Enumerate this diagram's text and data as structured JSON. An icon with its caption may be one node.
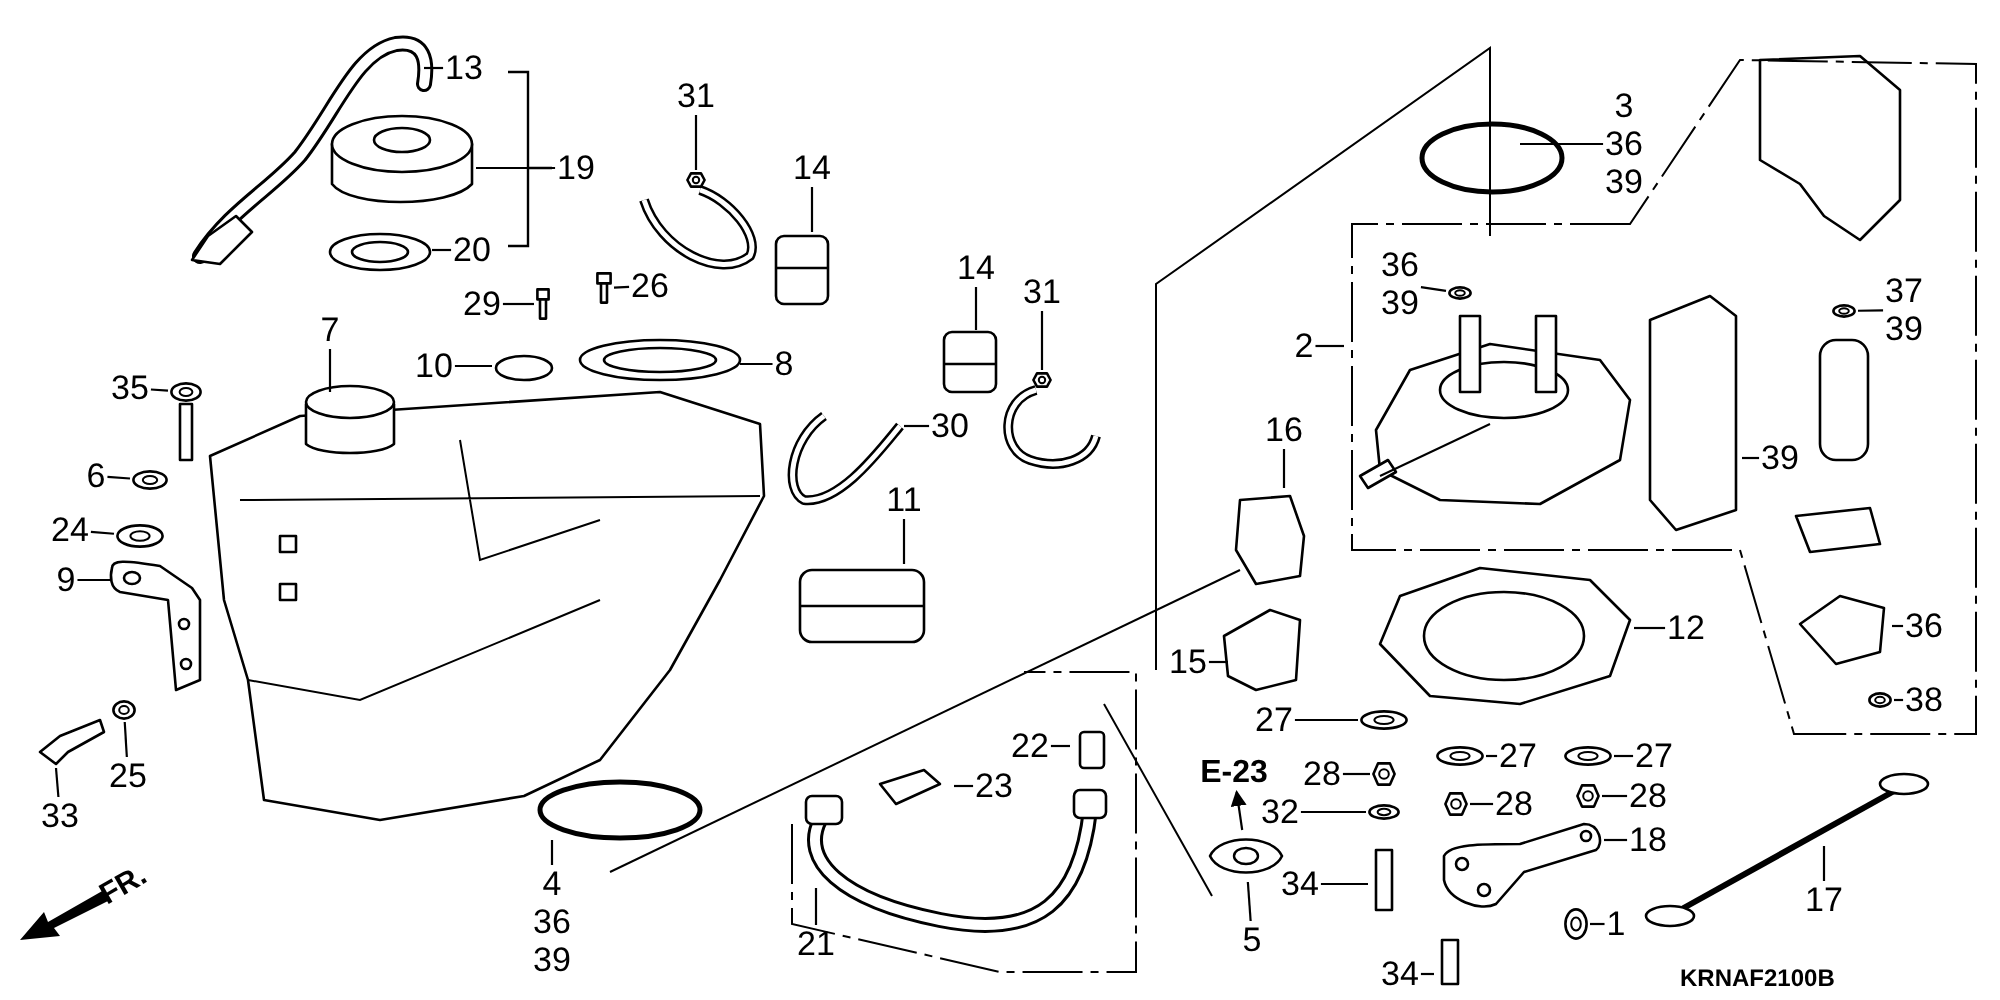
{
  "diagram": {
    "nodes": [
      {
        "text": [
          "13"
        ]
      },
      {
        "text": [
          "19"
        ]
      },
      {
        "text": [
          "20"
        ]
      },
      {
        "text": [
          "31"
        ]
      },
      {
        "text": [
          "14"
        ]
      },
      {
        "text": [
          "3",
          "36",
          "39"
        ]
      },
      {
        "text": [
          "7"
        ]
      },
      {
        "text": [
          "29"
        ]
      },
      {
        "text": [
          "26"
        ]
      },
      {
        "text": [
          "10"
        ]
      },
      {
        "text": [
          "8"
        ]
      },
      {
        "text": [
          "14"
        ]
      },
      {
        "text": [
          "31"
        ]
      },
      {
        "text": [
          "35"
        ]
      },
      {
        "text": [
          "2"
        ]
      },
      {
        "text": [
          "36",
          "39"
        ]
      },
      {
        "text": [
          "37",
          "39"
        ]
      },
      {
        "text": [
          "6"
        ]
      },
      {
        "text": [
          "30"
        ]
      },
      {
        "text": [
          "16"
        ]
      },
      {
        "text": [
          "39"
        ]
      },
      {
        "text": [
          "24"
        ]
      },
      {
        "text": [
          "11"
        ]
      },
      {
        "text": [
          "9"
        ]
      },
      {
        "text": [
          "12"
        ]
      },
      {
        "text": [
          "15"
        ]
      },
      {
        "text": [
          "36"
        ]
      },
      {
        "text": [
          "27"
        ]
      },
      {
        "text": [
          "27"
        ]
      },
      {
        "text": [
          "27"
        ]
      },
      {
        "text": [
          "38"
        ]
      },
      {
        "text": [
          "22"
        ]
      },
      {
        "text": [
          "23"
        ]
      },
      {
        "text": [
          "E-23"
        ]
      },
      {
        "text": [
          "28"
        ]
      },
      {
        "text": [
          "28"
        ]
      },
      {
        "text": [
          "28"
        ]
      },
      {
        "text": [
          "32"
        ]
      },
      {
        "text": [
          "18"
        ]
      },
      {
        "text": [
          "25"
        ]
      },
      {
        "text": [
          "33"
        ]
      },
      {
        "text": [
          "4",
          "36",
          "39"
        ]
      },
      {
        "text": [
          "34"
        ]
      },
      {
        "text": [
          "17"
        ]
      },
      {
        "text": [
          "21"
        ]
      },
      {
        "text": [
          "5"
        ]
      },
      {
        "text": [
          "1"
        ]
      },
      {
        "text": [
          "34"
        ]
      },
      {
        "text": [],
        "shape": "picture"
      },
      {
        "text": [],
        "shape": "picture"
      },
      {
        "text": [],
        "shape": "picture"
      },
      {
        "text": [],
        "shape": "picture"
      },
      {
        "text": [],
        "shape": "picture"
      },
      {
        "text": [],
        "shape": "picture"
      },
      {
        "text": [],
        "shape": "picture"
      },
      {
        "text": [],
        "shape": "picture"
      },
      {
        "text": [],
        "shape": "picture"
      },
      {
        "text": [],
        "shape": "picture"
      },
      {
        "text": [],
        "shape": "picture"
      },
      {
        "text": [],
        "shape": "picture"
      },
      {
        "text": [],
        "shape": "picture"
      },
      {
        "text": [],
        "shape": "picture"
      },
      {
        "text": [],
        "shape": "picture"
      },
      {
        "text": [],
        "shape": "picture"
      },
      {
        "text": [],
        "shape": "picture"
      },
      {
        "text": [],
        "shape": "picture"
      },
      {
        "text": [],
        "shape": "picture"
      },
      {
        "text": [],
        "shape": "picture"
      }
    ],
    "edges": [
      {
        "from": 0,
        "to": null,
        "arrow": "none"
      },
      {
        "from": 1,
        "to": null,
        "arrow": "none"
      },
      {
        "from": 2,
        "to": null,
        "arrow": "none"
      },
      {
        "from": 3,
        "to": 49,
        "arrow": "none"
      },
      {
        "from": 4,
        "to": null,
        "arrow": "none"
      },
      {
        "from": 5,
        "to": null,
        "arrow": "none"
      },
      {
        "from": 6,
        "to": null,
        "arrow": "none"
      },
      {
        "from": 7,
        "to": 50,
        "arrow": "none"
      },
      {
        "from": 8,
        "to": 51,
        "arrow": "none"
      },
      {
        "from": 9,
        "to": null,
        "arrow": "none"
      },
      {
        "from": 10,
        "to": null,
        "arrow": "none"
      },
      {
        "from": 11,
        "to": null,
        "arrow": "none"
      },
      {
        "from": 12,
        "to": 52,
        "arrow": "none"
      },
      {
        "from": 13,
        "to": 53,
        "arrow": "none"
      },
      {
        "from": 14,
        "to": null,
        "arrow": "none"
      },
      {
        "from": 15,
        "to": 54,
        "arrow": "none"
      },
      {
        "from": 16,
        "to": 55,
        "arrow": "none"
      },
      {
        "from": 17,
        "to": 56,
        "arrow": "none"
      },
      {
        "from": 18,
        "to": null,
        "arrow": "none"
      },
      {
        "from": 19,
        "to": null,
        "arrow": "none"
      },
      {
        "from": 20,
        "to": null,
        "arrow": "none"
      },
      {
        "from": 21,
        "to": 57,
        "arrow": "none"
      },
      {
        "from": 22,
        "to": null,
        "arrow": "none"
      },
      {
        "from": 23,
        "to": null,
        "arrow": "none"
      },
      {
        "from": 24,
        "to": null,
        "arrow": "none"
      },
      {
        "from": 25,
        "to": null,
        "arrow": "none"
      },
      {
        "from": 26,
        "to": null,
        "arrow": "none"
      },
      {
        "from": 27,
        "to": 58,
        "arrow": "none"
      },
      {
        "from": 28,
        "to": 61,
        "arrow": "none"
      },
      {
        "from": 29,
        "to": 62,
        "arrow": "none"
      },
      {
        "from": 30,
        "to": 65,
        "arrow": "none"
      },
      {
        "from": 31,
        "to": null,
        "arrow": "none"
      },
      {
        "from": 32,
        "to": null,
        "arrow": "none"
      },
      {
        "from": 48,
        "to": 33,
        "arrow": "to"
      },
      {
        "from": 34,
        "to": 59,
        "arrow": "none"
      },
      {
        "from": 35,
        "to": 63,
        "arrow": "none"
      },
      {
        "from": 36,
        "to": 64,
        "arrow": "none"
      },
      {
        "from": 37,
        "to": 60,
        "arrow": "none"
      },
      {
        "from": 38,
        "to": null,
        "arrow": "none"
      },
      {
        "from": 39,
        "to": 66,
        "arrow": "none"
      },
      {
        "from": 40,
        "to": null,
        "arrow": "none"
      },
      {
        "from": 41,
        "to": null,
        "arrow": "none"
      },
      {
        "from": 42,
        "to": null,
        "arrow": "none"
      },
      {
        "from": 43,
        "to": null,
        "arrow": "none"
      },
      {
        "from": 44,
        "to": null,
        "arrow": "none"
      },
      {
        "from": 45,
        "to": 48,
        "arrow": "none"
      },
      {
        "from": 46,
        "to": 67,
        "arrow": "none"
      },
      {
        "from": 47,
        "to": null,
        "arrow": "none"
      }
    ],
    "labels": [
      "FR.",
      "KRNAF2100B"
    ]
  }
}
